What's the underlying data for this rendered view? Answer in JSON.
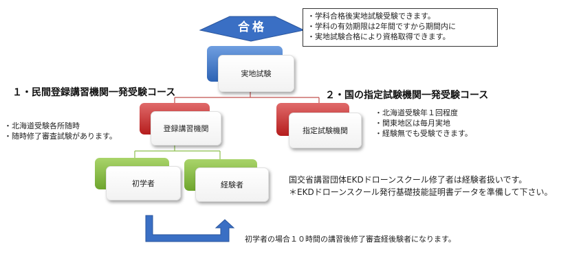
{
  "banner": {
    "label": "合格"
  },
  "note": {
    "lines": [
      "・学科合格後実地試験受験できます。",
      "・学科の有効期限は2年間ですから期間内に",
      "・実地試験合格により資格取得できます。"
    ]
  },
  "nodes": {
    "practical_exam": "実地試験",
    "registered_body": "登録講習機関",
    "designated_body": "指定試験機関",
    "beginner": "初学者",
    "experienced": "経験者"
  },
  "courses": {
    "course1": {
      "title": "１・民間登録講習機関一発受験コース",
      "bullets": [
        "・北海道受験各所随時",
        "・随時修了審査試験があります。"
      ]
    },
    "course2": {
      "title": "２・国の指定試験機関一発受験コース",
      "bullets": [
        "・北海道受験年１回程度",
        "・関東地区は毎月実地",
        "・経験無でも受験できます。"
      ]
    },
    "ekd_note": [
      "国交省講習団体EKDドローンスクール修了者は経験者扱いです。",
      "＊EKDドローンスクール発行基礎技能証明書データを準備して下さい。"
    ],
    "beginner_note": "初学者の場合１０時間の講習後修了審査経後験者になります。"
  },
  "colors": {
    "blue": "#3a6fc4",
    "red": "#c0282b",
    "green": "#7bb33a",
    "connector_red": "#c0504d",
    "connector_green": "#8cbf4e"
  }
}
